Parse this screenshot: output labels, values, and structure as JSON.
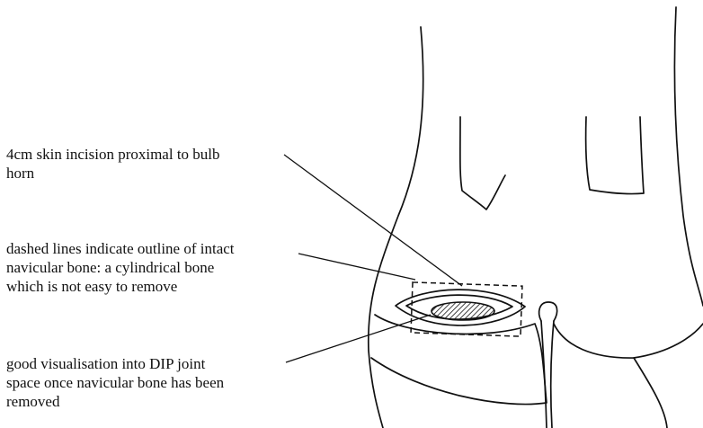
{
  "annotations": {
    "incision": {
      "lines": [
        "4cm skin incision proximal to bulb",
        "horn"
      ]
    },
    "dashed_outline": {
      "lines": [
        "dashed lines indicate outline of intact",
        "navicular bone: a cylindrical bone",
        "which is not easy to remove"
      ]
    },
    "visualisation": {
      "lines": [
        "good visualisation into DIP joint",
        "space once navicular bone has been",
        "removed"
      ]
    }
  },
  "colors": {
    "ink": "#111111",
    "background": "#ffffff"
  }
}
